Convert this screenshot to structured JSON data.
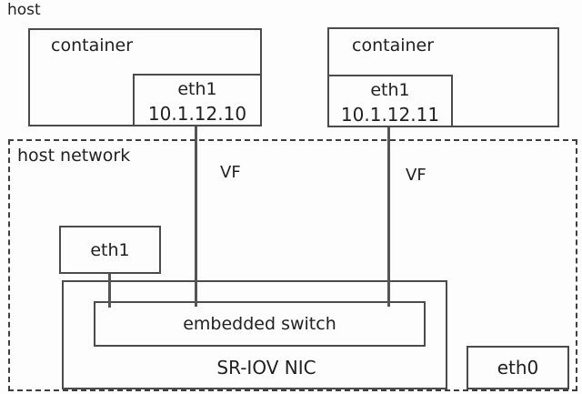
{
  "colors": {
    "background": "#fdfdfd",
    "box_border": "#4b4b4b",
    "dashed_border": "#3f3f3f",
    "connector_line": "#555555",
    "text": "#212121"
  },
  "host": {
    "label": "host",
    "containers": [
      {
        "label": "container",
        "iface_label": "eth1",
        "ip": "10.1.12.10"
      },
      {
        "label": "container",
        "iface_label": "eth1",
        "ip": "10.1.12.11"
      }
    ]
  },
  "host_network": {
    "label": "host network",
    "vf_labels": [
      "VF",
      "VF"
    ],
    "host_iface_label": "eth1",
    "embedded_switch_label": "embedded switch",
    "sriov_nic_label": "SR-IOV NIC",
    "eth0_label": "eth0"
  }
}
